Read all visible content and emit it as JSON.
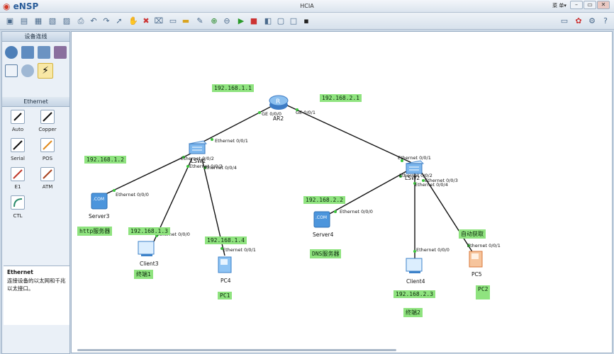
{
  "window": {
    "app_name": "eNSP",
    "title": "HCIA",
    "menu": "菜 单▾",
    "min": "–",
    "max": "▭",
    "close": "✕"
  },
  "toolbar": {
    "icons": [
      "new-topo-icon",
      "new-exam-icon",
      "open-icon",
      "save-icon",
      "save-as-icon",
      "print-icon",
      "undo-icon",
      "redo-icon",
      "pointer-icon",
      "hand-icon",
      "delete-icon",
      "delete-link-icon",
      "text-icon",
      "rect-icon",
      "palette-icon",
      "zoom-in-icon",
      "zoom-out-icon",
      "fit-icon",
      "start-icon",
      "stop-icon",
      "capture-icon",
      "terminal-icon",
      "topo-icon",
      "cli-icon"
    ],
    "right_icons": [
      "chat-icon",
      "huawei-icon",
      "settings-icon",
      "help-icon"
    ]
  },
  "sidebar": {
    "device_header": "设备连线",
    "devices": [
      "router-icon",
      "switch-icon",
      "wireless-icon",
      "firewall-icon",
      "pc-icon",
      "cloud-icon",
      "link-icon"
    ],
    "ethernet_header": "Ethernet",
    "cables": [
      "Auto",
      "Copper",
      "Serial",
      "POS",
      "E1",
      "ATM",
      "CTL"
    ],
    "desc_title": "Ethernet",
    "desc_text": "连接设备的以太网和千兆以太接口。"
  },
  "topology": {
    "nodes": {
      "ar2": "AR2",
      "lsw1": "LSW1",
      "lsw2": "LSW2",
      "server3": "Server3",
      "client3": "Client3",
      "pc4": "PC4",
      "server4": "Server4",
      "client4": "Client4",
      "pc5": "PC5"
    },
    "ports": {
      "ar2_ge000": "GE 0/0/0",
      "ar2_ge001": "GE 0/0/1",
      "lsw1_e001": "Ethernet 0/0/1",
      "lsw1_e002": "Ethernet 0/0/2",
      "lsw1_e003": "Ethernet 0/0/3",
      "lsw1_e004": "Ethernet 0/0/4",
      "server3_e000": "Ethernet 0/0/0",
      "client3_e000": "Ethernet 0/0/0",
      "pc4_e001": "Ethernet 0/0/1",
      "lsw2_e001": "Ethernet 0/0/1",
      "lsw2_e002": "Ethernet 0/0/2",
      "lsw2_e003": "Ethernet 0/0/3",
      "lsw2_e004": "Ethernet 0/0/4",
      "server4_e000": "Ethernet 0/0/0",
      "client4_e000": "Ethernet 0/0/0",
      "pc5_e001": "Ethernet 0/0/1"
    },
    "labels": {
      "ip_1_1": "192.168.1.1",
      "ip_2_1": "192.168.2.1",
      "ip_1_2": "192.168.1.2",
      "ip_1_3": "192.168.1.3",
      "ip_1_4": "192.168.1.4",
      "ip_2_2": "192.168.2.2",
      "ip_2_3": "192.168.2.3",
      "http": "http服务器",
      "dns": "DNS服务器",
      "term1": "终端1",
      "term2": "终端2",
      "pc1": "PC1",
      "pc2": "PC2",
      "dhcp": "自动获取"
    }
  }
}
